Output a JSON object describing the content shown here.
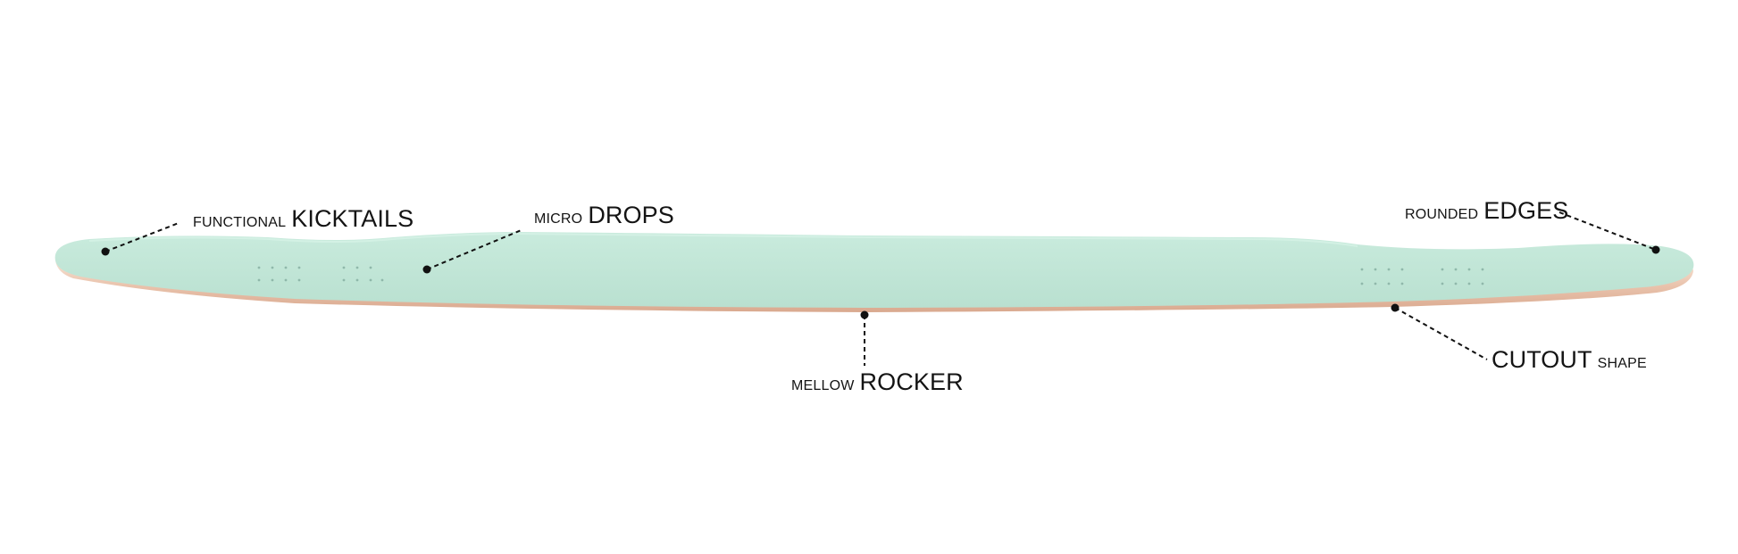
{
  "product": {
    "deck_color": "#c3e6d8",
    "deck_edge_color": "#e8c8b4",
    "ply_color": "#f4dccc"
  },
  "callouts": {
    "kicktails": {
      "small": "FUNCTIONAL",
      "big": "KICKTAILS"
    },
    "drops": {
      "small": "MICRO",
      "big": "DROPS"
    },
    "rocker": {
      "small": "MELLOW",
      "big": "ROCKER"
    },
    "edges": {
      "small": "ROUNDED",
      "big": "EDGES"
    },
    "cutout": {
      "big": "CUTOUT",
      "small": "SHAPE"
    }
  }
}
